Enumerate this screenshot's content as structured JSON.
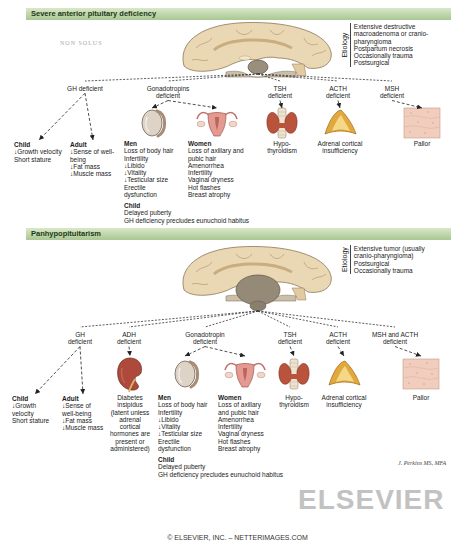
{
  "diagram": {
    "caption": "© ELSEVIER, INC. – NETTERIMAGES.COM",
    "nodes": [
      {
        "text": [
          "Severe anterior pituitary deficiency"
        ]
      },
      {
        "text": [
          "Etiology",
          "Extensive destructive macroadenoma or cranio-pharyngioma",
          "Postpartum necrosis",
          "Occasionally trauma",
          "Postsurgical"
        ]
      },
      {
        "text": [
          "GH deficient"
        ]
      },
      {
        "text": [
          "Gonadotropins deficient"
        ]
      },
      {
        "text": [
          "TSH deficient"
        ]
      },
      {
        "text": [
          "ACTH deficient"
        ]
      },
      {
        "text": [
          "MSH deficient"
        ]
      },
      {
        "text": [
          "Child",
          "↓Growth velocity",
          "Short stature"
        ]
      },
      {
        "text": [
          "Adult",
          "↓Sense of well-being",
          "↓Fat mass",
          "↓Muscle mass"
        ]
      },
      {
        "text": [
          "Men",
          "Loss of body hair",
          "Infertility",
          "↓Libido",
          "↓Vitality",
          "↓Testicular size",
          "Erectile dysfunction"
        ]
      },
      {
        "text": [
          "Women",
          "Loss of axillary and pubic hair",
          "Amenorrhea",
          "Infertility",
          "Vaginal dryness",
          "Hot flashes",
          "Breast atrophy"
        ]
      },
      {
        "text": [
          "Hypo-thyroidism"
        ]
      },
      {
        "text": [
          "Adrenal cortical insufficiency"
        ]
      },
      {
        "text": [
          "Pallor"
        ]
      },
      {
        "text": [
          "Child",
          "Delayed puberty",
          "GH deficiency precludes eunuchoid habitus"
        ]
      },
      {
        "text": [
          "Panhypopituitarism"
        ]
      },
      {
        "text": [
          "Etiology",
          "Extensive tumor (usually cranio-pharyngioma)",
          "Postsurgical",
          "Occasionally trauma"
        ]
      },
      {
        "text": [
          "GH deficient"
        ]
      },
      {
        "text": [
          "ADH deficient"
        ]
      },
      {
        "text": [
          "Gonadotropin deficient"
        ]
      },
      {
        "text": [
          "TSH deficient"
        ]
      },
      {
        "text": [
          "ACTH deficient"
        ]
      },
      {
        "text": [
          "MSH and ACTH deficient"
        ]
      },
      {
        "text": [
          "Child",
          "↓Growth velocity",
          "Short stature"
        ]
      },
      {
        "text": [
          "Adult",
          "↓Sense of well-being",
          "↓Fat mass",
          "↓Muscle mass"
        ]
      },
      {
        "text": [
          "Diabetes insipidus (latent unless adrenal cortical hormones are present or administered)"
        ]
      },
      {
        "text": [
          "Men",
          "Loss of body hair",
          "Infertility",
          "↓Libido",
          "↓Vitality",
          "↓Testicular size",
          "Erectile dysfunction"
        ]
      },
      {
        "text": [
          "Women",
          "Loss of axillary and pubic hair",
          "Amenorrhea",
          "Infertility",
          "Vaginal dryness",
          "Hot flashes",
          "Breast atrophy"
        ]
      },
      {
        "text": [
          "Hypo-thyroidism"
        ]
      },
      {
        "text": [
          "Adrenal cortical insufficiency"
        ]
      },
      {
        "text": [
          "Pallor"
        ]
      },
      {
        "text": [
          "Child",
          "Delayed puberty",
          "GH deficiency precludes eunuchoid habitus"
        ]
      }
    ],
    "edges": [
      {
        "from": 2,
        "to": 7,
        "arrow": "to"
      },
      {
        "from": 2,
        "to": 8,
        "arrow": "to"
      },
      {
        "from": 3,
        "to": 9,
        "arrow": "to"
      },
      {
        "from": 3,
        "to": 10,
        "arrow": "to"
      },
      {
        "from": 4,
        "to": 11,
        "arrow": "to"
      },
      {
        "from": 5,
        "to": 12,
        "arrow": "to"
      },
      {
        "from": 6,
        "to": 13,
        "arrow": "to"
      },
      {
        "from": 17,
        "to": 23,
        "arrow": "to"
      },
      {
        "from": 17,
        "to": 24,
        "arrow": "to"
      },
      {
        "from": 18,
        "to": 25,
        "arrow": "to"
      },
      {
        "from": 19,
        "to": 26,
        "arrow": "to"
      },
      {
        "from": 19,
        "to": 27,
        "arrow": "to"
      },
      {
        "from": 20,
        "to": 28,
        "arrow": "to"
      },
      {
        "from": 21,
        "to": 29,
        "arrow": "to"
      },
      {
        "from": 22,
        "to": 30,
        "arrow": "to"
      }
    ],
    "labels": [
      "NON SOLUS",
      "J. Perkins MS, MFA",
      "ELSEVIER"
    ]
  }
}
